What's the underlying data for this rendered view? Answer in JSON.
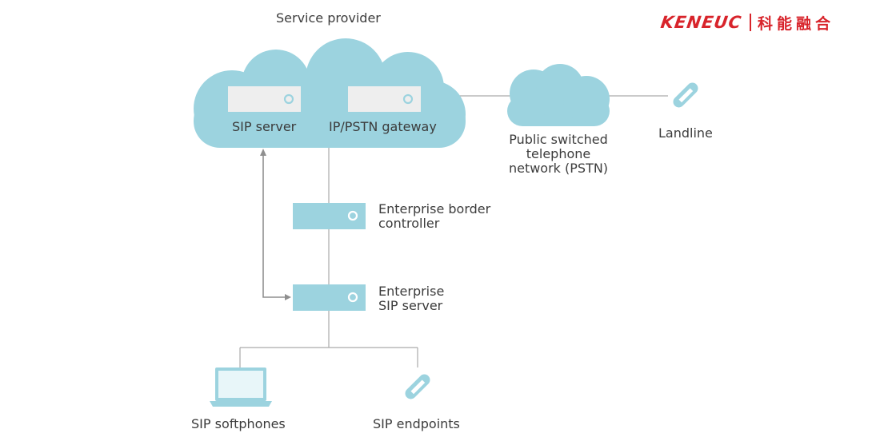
{
  "title": "Service provider",
  "logo": {
    "latin": "KENEUC",
    "cjk": "科能融合"
  },
  "colors": {
    "cloud": "#9cd3df",
    "server": "#9cd3df",
    "line": "#aaaaaa",
    "arrow": "#8f8f8f",
    "logo": "#d8242b",
    "text": "#3c3c3c"
  },
  "nodes": {
    "sip_server": "SIP server",
    "gateway": "IP/PSTN gateway",
    "pstn": [
      "Public switched",
      "telephone",
      "network (PSTN)"
    ],
    "landline": "Landline",
    "ebc": [
      "Enterprise border",
      "controller"
    ],
    "enterprise_sip": [
      "Enterprise",
      "SIP server"
    ],
    "softphones": "SIP softphones",
    "endpoints": "SIP endpoints"
  },
  "icons": {
    "provider_cloud": "cloud-icon",
    "pstn_cloud": "cloud-icon",
    "landline": "phone-handset-icon",
    "endpoints": "phone-handset-icon",
    "softphones": "laptop-icon",
    "servers": "server-icon"
  }
}
